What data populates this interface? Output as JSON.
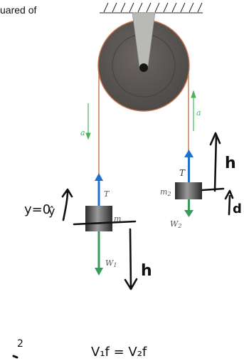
{
  "header_fragment": "uared of",
  "labels": {
    "a_left": "a",
    "a_right": "a",
    "tension_left": "T",
    "tension_right": "T",
    "mass_right": "m",
    "mass_right_sub": "2",
    "mass_left": "m",
    "weight_right": "W",
    "weight_right_sub": "2",
    "weight_left": "W",
    "weight_left_sub": "1"
  },
  "handwriting": {
    "h_right": "h",
    "d_right": "d",
    "y_origin": "y=0",
    "y_hat": "ŷ",
    "h_left": "h",
    "velocity_eq": "V₁f = V₂f",
    "squared": "2"
  },
  "colors": {
    "rope": "#c9734a",
    "pulley_outer": "#5f5a57",
    "pulley_inner": "#4a4643",
    "tension_arrow": "#1f6fd0",
    "weight_arrow": "#3a9a5a",
    "accel_arrow": "#49b35c",
    "ink": "#111111"
  }
}
